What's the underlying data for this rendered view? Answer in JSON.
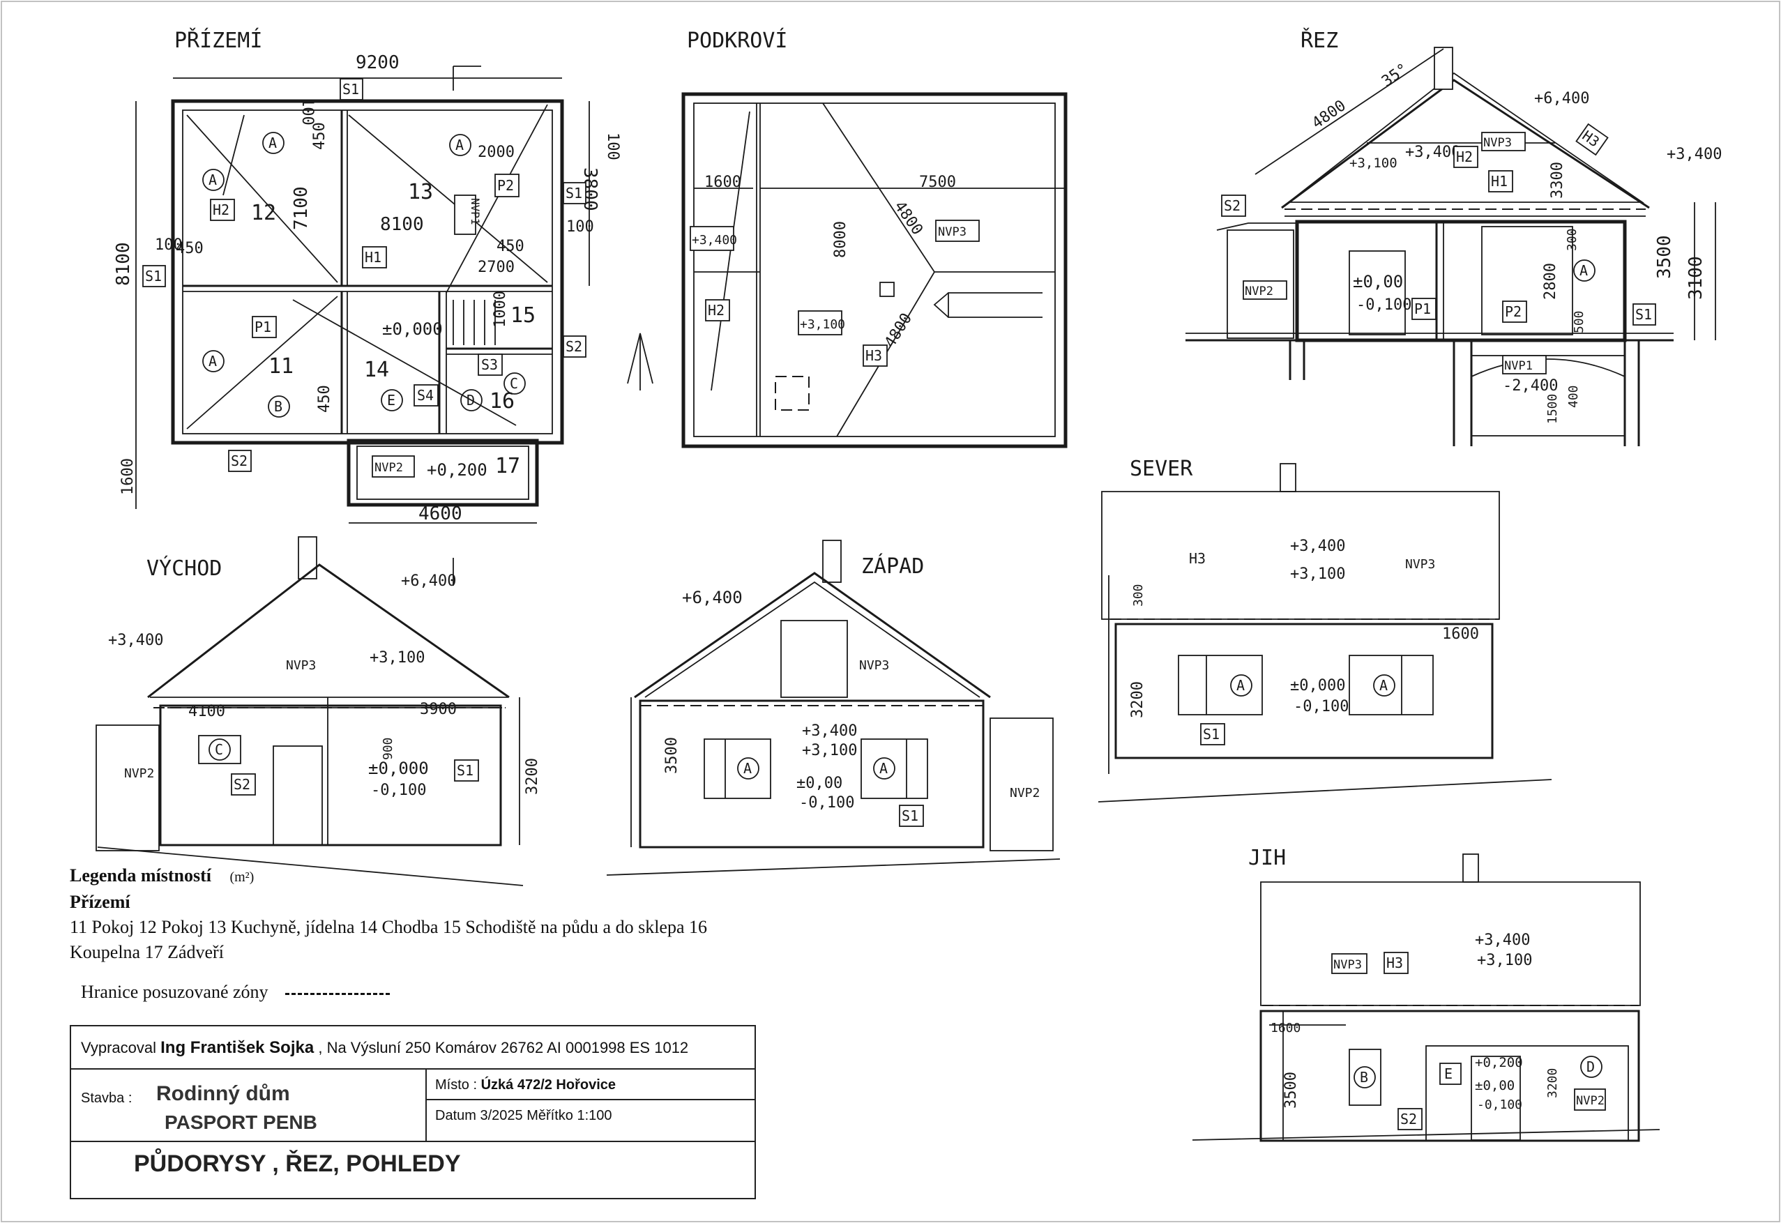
{
  "views": {
    "prizemi": "PŘÍZEMÍ",
    "podkrovi": "PODKROVÍ",
    "rez": "ŘEZ",
    "sever": "SEVER",
    "vychod": "VÝCHOD",
    "zapad": "ZÁPAD",
    "jih": "JIH"
  },
  "dimensions": {
    "p_width": "9200",
    "p_depth": "8100",
    "p_1600": "1600",
    "p_4600": "4600",
    "p_7100": "7100",
    "p_8100": "8100",
    "p_2000": "2000",
    "p_3800": "3800",
    "p_100a": "100",
    "p_100b": "100",
    "p_100c": "100",
    "p_100d": "100",
    "p_450a": "450",
    "p_450b": "450",
    "p_450c": "450",
    "p_450d": "450",
    "p_2700": "2700",
    "p_1000": "1000",
    "pk_1600": "1600",
    "pk_7500": "7500",
    "pk_8000": "8000",
    "pk_4800a": "4800",
    "pk_4800b": "4800",
    "r_4800": "4800",
    "r_35": "35°",
    "r_3300": "3300",
    "r_300": "300",
    "r_2800": "2800",
    "r_3500": "3500",
    "r_3100": "3100",
    "r_500": "500",
    "r_1500": "1500",
    "r_400": "400",
    "s_300": "300",
    "s_3200": "3200",
    "s_1600": "1600",
    "v_4100": "4100",
    "v_3900": "3900",
    "v_900": "900",
    "v_3200": "3200",
    "z_3500": "3500",
    "j_1600": "1600",
    "j_3500": "3500",
    "j_3200": "3200"
  },
  "levels": {
    "p_000": "±0,000",
    "p_0200": "+0,200",
    "pk_3400": "+3,400",
    "pk_3100": "+3,100",
    "r_6400": "+6,400",
    "r_3400a": "+3,400",
    "r_3400b": "+3,400",
    "r_3100": "+3,100",
    "r_000": "±0,00",
    "r_0100": "-0,100",
    "r_m2400": "-2,400",
    "s_3400": "+3,400",
    "s_3100": "+3,100",
    "s_000": "±0,000",
    "s_0100": "-0,100",
    "v_3400": "+3,400",
    "v_6400": "+6,400",
    "v_3100": "+3,100",
    "v_000": "±0,000",
    "v_0100": "-0,100",
    "z_6400": "+6,400",
    "z_3400": "+3,400",
    "z_3100": "+3,100",
    "z_000": "±0,00",
    "z_0100": "-0,100",
    "j_3400": "+3,400",
    "j_3100": "+3,100",
    "j_0200": "+0,200",
    "j_000": "±0,00",
    "j_0100": "-0,100"
  },
  "rooms": {
    "r11": "11",
    "r12": "12",
    "r13": "13",
    "r14": "14",
    "r15": "15",
    "r16": "16",
    "r17": "17"
  },
  "tags": {
    "S1": "S1",
    "S2": "S2",
    "S3": "S3",
    "S4": "S4",
    "H1": "H1",
    "H2": "H2",
    "H3": "H3",
    "P1": "P1",
    "P2": "P2",
    "NVP1": "NVP1",
    "NVP2": "NVP2",
    "NVP3": "NVP3",
    "A": "A",
    "B": "B",
    "C": "C",
    "D": "D",
    "E": "E"
  },
  "legend": {
    "title": "Legenda místností",
    "unit": "(m²)",
    "floor": "Přízemí",
    "rooms_text": "11 Pokoj  12 Pokoj  13 Kuchyně, jídelna  14 Chodba  15 Schodiště na půdu a do sklepa  16 Koupelna  17 Zádveří",
    "boundary": "Hranice posuzované zóny"
  },
  "title_block": {
    "author_label": "Vypracoval",
    "author_name": "Ing František Sojka",
    "author_address": ", Na Výsluní 250  Komárov 26762  AI 0001998  ES 1012",
    "stavba_label": "Stavba :",
    "stavba_line1": "Rodinný dům",
    "stavba_line2": "PASPORT PENB",
    "misto_label": "Místo :",
    "misto_value": "Úzká 472/2  Hořovice",
    "datum_label": "Datum",
    "datum_value": "3/2025",
    "meritko_label": "Měřítko",
    "meritko_value": "1:100",
    "drawing_title": "PŮDORYSY , ŘEZ, POHLEDY"
  }
}
